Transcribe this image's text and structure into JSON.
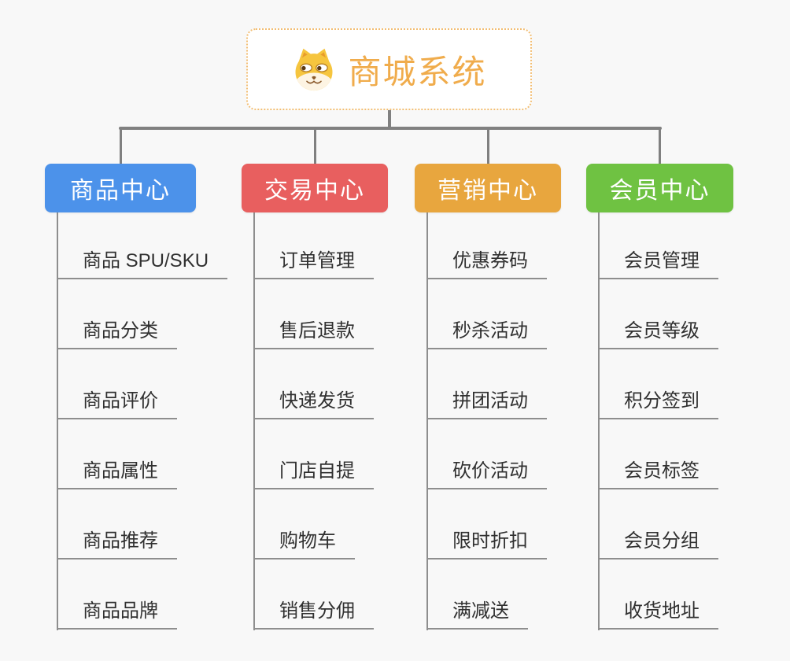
{
  "root": {
    "title": "商城系统",
    "icon": "dog-face-icon",
    "title_color": "#F0AC4C",
    "border_color": "#F2BE74"
  },
  "connector_color": "#808080",
  "line_color": "#8E8E8E",
  "background_color": "#F8F8F8",
  "branches": [
    {
      "label": "商品中心",
      "color": "#4C92EA",
      "children": [
        "商品 SPU/SKU",
        "商品分类",
        "商品评价",
        "商品属性",
        "商品推荐",
        "商品品牌"
      ]
    },
    {
      "label": "交易中心",
      "color": "#E85F5F",
      "children": [
        "订单管理",
        "售后退款",
        "快递发货",
        "门店自提",
        "购物车",
        "销售分佣"
      ]
    },
    {
      "label": "营销中心",
      "color": "#E8A63E",
      "children": [
        "优惠券码",
        "秒杀活动",
        "拼团活动",
        "砍价活动",
        "限时折扣",
        "满减送"
      ]
    },
    {
      "label": "会员中心",
      "color": "#6FC242",
      "children": [
        "会员管理",
        "会员等级",
        "积分签到",
        "会员标签",
        "会员分组",
        "收货地址"
      ]
    }
  ]
}
